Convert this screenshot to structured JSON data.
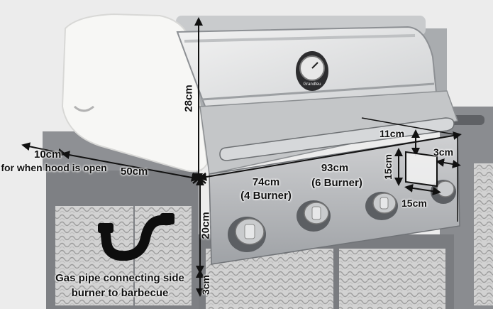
{
  "photo": {
    "subject": "barbecue-grill",
    "badge_text": "Grandfeu"
  },
  "dimensions": {
    "hood_height": "28cm",
    "hood_clearance": "10cm",
    "hood_clearance_note": "for when hood is open",
    "side_depth": "50cm",
    "width_4_burner": "74cm",
    "width_4_burner_note": "(4 Burner)",
    "width_6_burner": "93cm",
    "width_6_burner_note": "(6 Burner)",
    "cutout_top": "11cm",
    "cutout_right": "3cm",
    "cutout_height": "15cm",
    "cutout_width": "15cm",
    "front_panel_height": "20cm",
    "base_gap": "3cm"
  },
  "gas_pipe": {
    "caption_line1": "Gas pipe connecting side",
    "caption_line2": "burner to barbecue"
  },
  "colors": {
    "annotation": "#111111",
    "steel": "#b9bcbf",
    "hood_white": "#f6f6f4"
  }
}
